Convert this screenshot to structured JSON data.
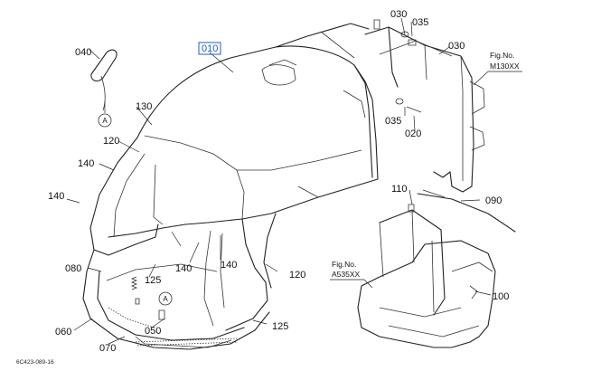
{
  "callouts": {
    "c010": "010",
    "c020": "020",
    "c030a": "030",
    "c030b": "030",
    "c035a": "035",
    "c035b": "035",
    "c040": "040",
    "c050": "050",
    "c060": "060",
    "c070": "070",
    "c080": "080",
    "c090": "090",
    "c100": "100",
    "c110": "110",
    "c120a": "120",
    "c120b": "120",
    "c125a": "125",
    "c125b": "125",
    "c130": "130",
    "c140a": "140",
    "c140b": "140",
    "c140c": "140",
    "c140d": "140"
  },
  "refs": {
    "fig_label_1": "Fig.No.",
    "fig_num_1": "M130XX",
    "fig_label_2": "Fig.No.",
    "fig_num_2": "A535XX"
  },
  "markers": {
    "circle_a1": "A",
    "circle_a2": "A"
  },
  "drawing_code": "6C423-089-16",
  "colors": {
    "highlight": "#1a5fd0",
    "line": "#222222"
  }
}
